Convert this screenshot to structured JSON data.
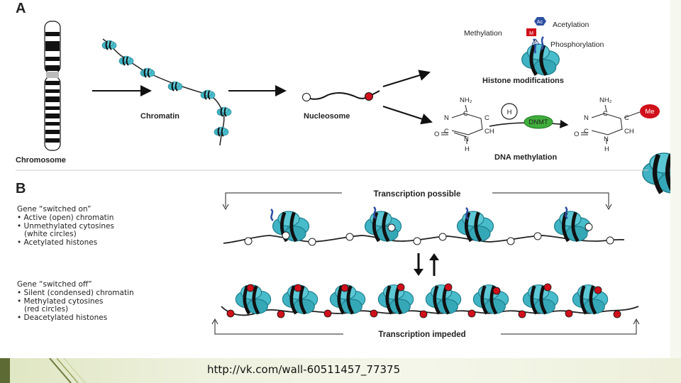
{
  "panel_a": {
    "letter": "A",
    "chromosome": "Chromosome",
    "chromatin": "Chromatin",
    "nucleosome": "Nucleosome",
    "histone_modifications": "Histone modifications",
    "acetylation": "Acetylation",
    "methylation": "Methylation",
    "phosphorylation": "Phosphorylation",
    "ac_tag": "Ac",
    "m_tag": "M",
    "p_tag": "P",
    "dna_methylation": "DNA methylation",
    "h_tag": "H",
    "dnmt_tag": "DNMT",
    "me_tag": "Me",
    "chem": {
      "nh2": "NH₂",
      "n": "N",
      "c": "C",
      "ch": "CH",
      "o": "O",
      "h": "H"
    }
  },
  "panel_b": {
    "letter": "B",
    "on_title": "Gene “switched on”",
    "on_items": [
      "• Active (open) chromatin",
      "• Unmethylated cytosines",
      "   (white circles)",
      "• Acetylated histones"
    ],
    "off_title": "Gene “switched off”",
    "off_items": [
      "• Silent (condensed) chromatin",
      "• Methylated cytosines",
      "   (red circles)",
      "• Deacetylated histones"
    ],
    "transcription_possible": "Transcription possible",
    "transcription_impeded": "Transcription impeded"
  },
  "footer": {
    "url": "http://vk.com/wall-60511457_77375"
  },
  "colors": {
    "histone": "#3fb3c3",
    "histone_dark": "#1f7e8c",
    "methyl": "#d0101a",
    "acetyl_tail": "#2c4fa2",
    "dnmt": "#3fae3b"
  }
}
